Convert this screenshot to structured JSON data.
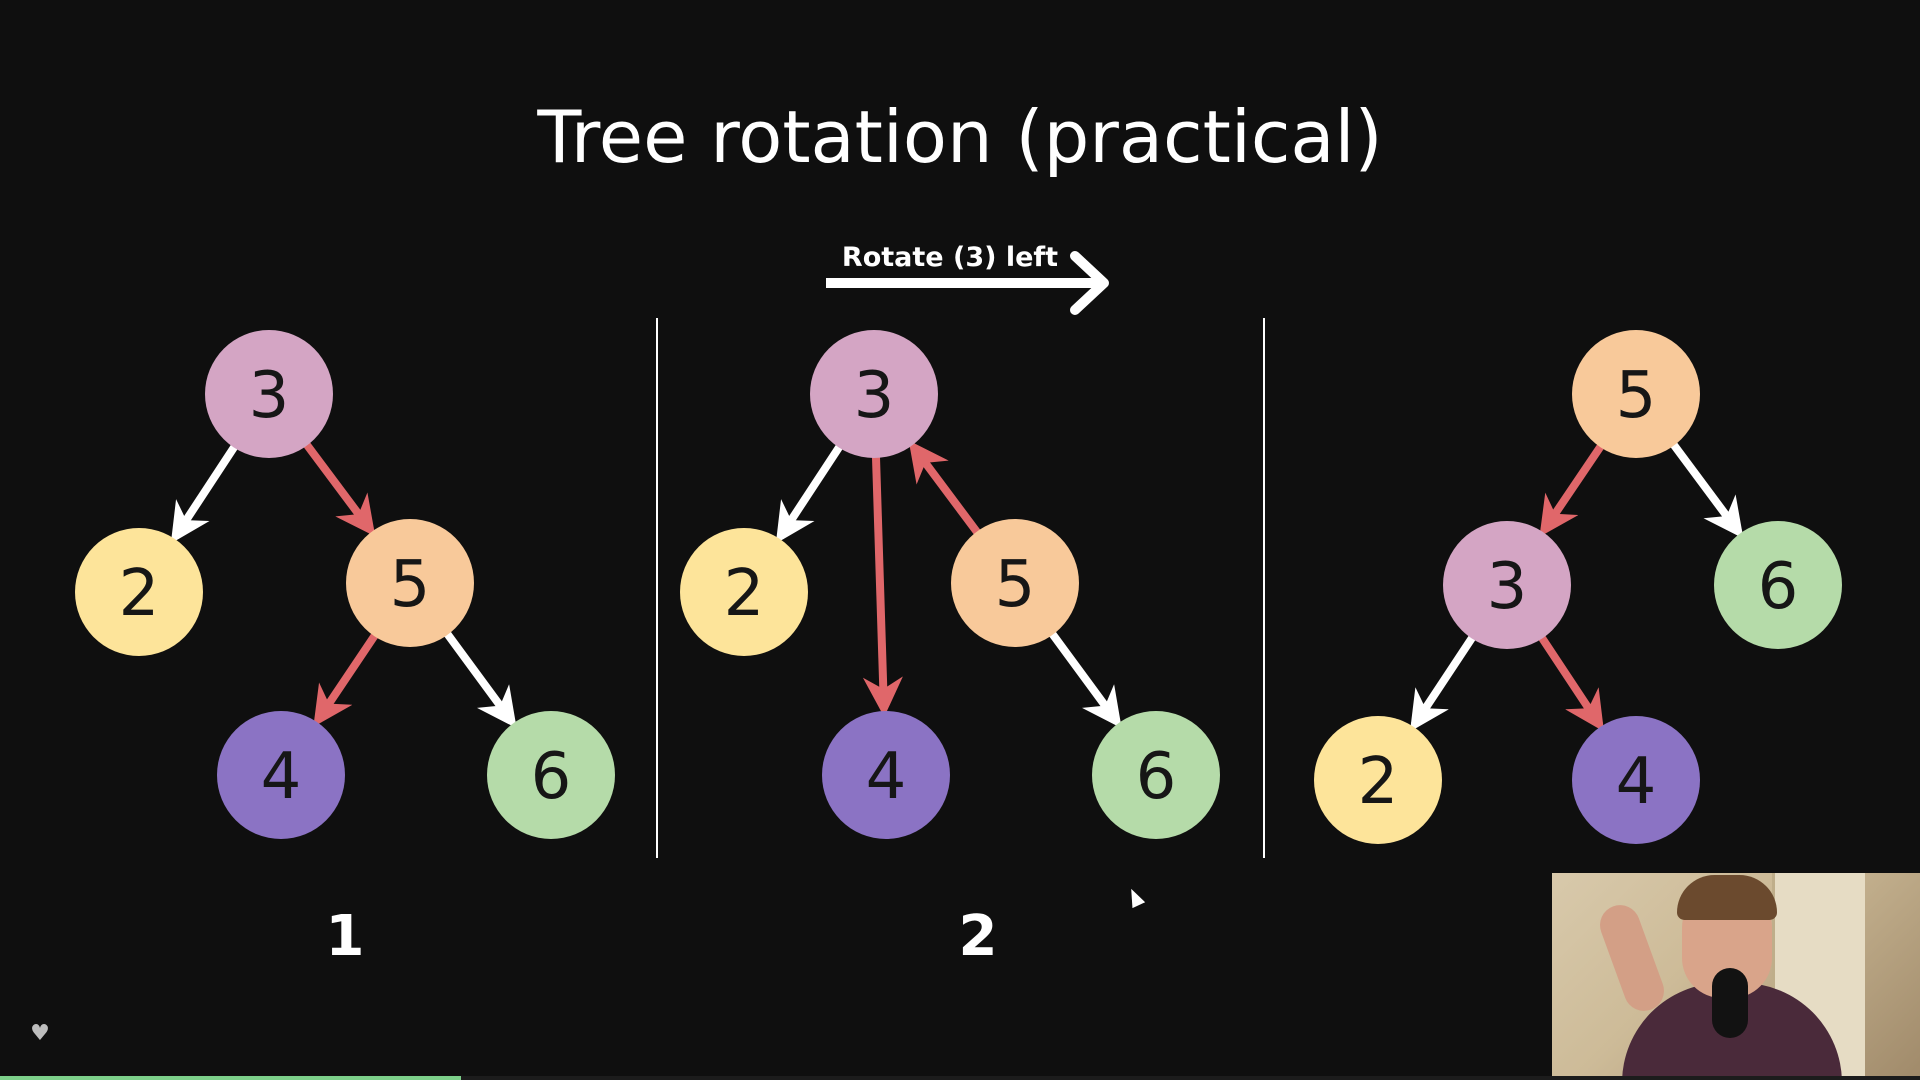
{
  "slide": {
    "title": "Tree rotation (practical)",
    "rotate_label": "Rotate (3) left",
    "step_labels": [
      "1",
      "2"
    ]
  },
  "colors": {
    "background": "#0f0f0f",
    "pink": "#d4a5c4",
    "yellow": "#fde49a",
    "peach": "#f8c99a",
    "purple": "#8b73c4",
    "green": "#b5dba9",
    "white_edge": "#ffffff",
    "red_edge": "#e0676a"
  },
  "trees": [
    {
      "nodes": [
        {
          "id": "a",
          "label": "3",
          "color": "pink"
        },
        {
          "id": "b",
          "label": "2",
          "color": "yellow"
        },
        {
          "id": "c",
          "label": "5",
          "color": "peach"
        },
        {
          "id": "d",
          "label": "4",
          "color": "purple"
        },
        {
          "id": "e",
          "label": "6",
          "color": "green"
        }
      ],
      "edges": [
        {
          "from": "a",
          "to": "b",
          "color": "white_edge"
        },
        {
          "from": "a",
          "to": "c",
          "color": "red_edge"
        },
        {
          "from": "c",
          "to": "d",
          "color": "red_edge"
        },
        {
          "from": "c",
          "to": "e",
          "color": "white_edge"
        }
      ]
    },
    {
      "nodes": [
        {
          "id": "a",
          "label": "3",
          "color": "pink"
        },
        {
          "id": "b",
          "label": "2",
          "color": "yellow"
        },
        {
          "id": "c",
          "label": "5",
          "color": "peach"
        },
        {
          "id": "d",
          "label": "4",
          "color": "purple"
        },
        {
          "id": "e",
          "label": "6",
          "color": "green"
        }
      ],
      "edges": [
        {
          "from": "a",
          "to": "b",
          "color": "white_edge"
        },
        {
          "from": "a",
          "to": "d",
          "color": "red_edge"
        },
        {
          "from": "c",
          "to": "a",
          "color": "red_edge"
        },
        {
          "from": "c",
          "to": "e",
          "color": "white_edge"
        }
      ]
    },
    {
      "nodes": [
        {
          "id": "a",
          "label": "5",
          "color": "peach"
        },
        {
          "id": "b",
          "label": "3",
          "color": "pink"
        },
        {
          "id": "c",
          "label": "6",
          "color": "green"
        },
        {
          "id": "d",
          "label": "2",
          "color": "yellow"
        },
        {
          "id": "e",
          "label": "4",
          "color": "purple"
        }
      ],
      "edges": [
        {
          "from": "a",
          "to": "b",
          "color": "red_edge"
        },
        {
          "from": "a",
          "to": "c",
          "color": "white_edge"
        },
        {
          "from": "b",
          "to": "d",
          "color": "white_edge"
        },
        {
          "from": "b",
          "to": "e",
          "color": "red_edge"
        }
      ]
    }
  ],
  "player": {
    "progress_fraction": 0.24,
    "heart_icon": "heart-icon"
  }
}
